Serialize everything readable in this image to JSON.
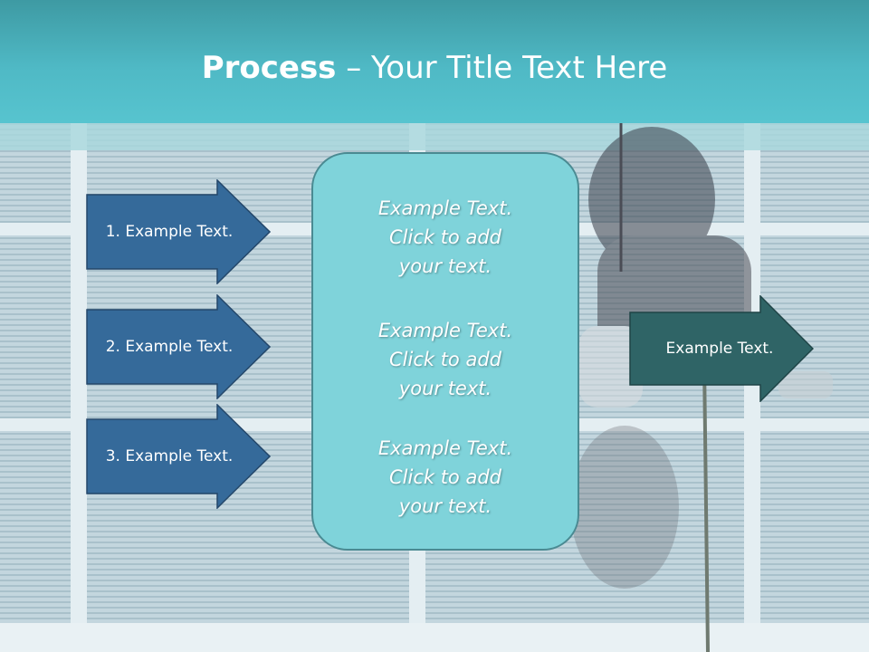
{
  "slide": {
    "title_bold": "Process",
    "title_rest": " – Your Title Text Here"
  },
  "left_arrows": [
    {
      "label": "1. Example Text."
    },
    {
      "label": "2. Example Text."
    },
    {
      "label": "3. Example Text."
    }
  ],
  "center_box": {
    "paragraphs": [
      "Example Text.\nClick  to add\nyour text.",
      "Example Text.\nClick  to add\nyour text.",
      "Example Text.\nClick  to add\nyour text."
    ]
  },
  "right_arrow": {
    "label": "Example Text."
  },
  "colors": {
    "header": "#4fb9c5",
    "left_arrow_fill": "#356a9a",
    "right_arrow_fill": "#2f6466",
    "center_box_fill": "#7fd3da"
  },
  "background_picture": "window-cleaner-on-glass-building"
}
